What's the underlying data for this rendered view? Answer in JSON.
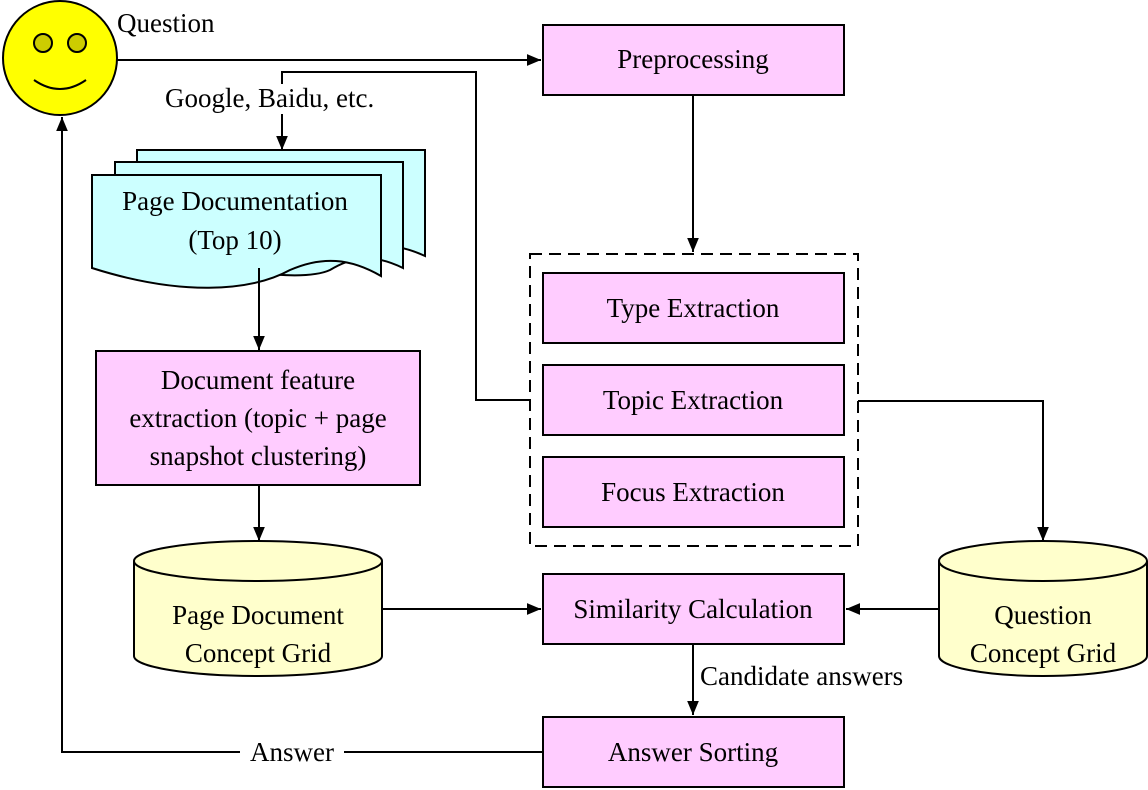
{
  "labels": {
    "question": "Question",
    "search_engines": "Google, Baidu, etc.",
    "candidate_answers": "Candidate answers",
    "answer": "Answer"
  },
  "boxes": {
    "preprocessing": "Preprocessing",
    "type_extraction": "Type Extraction",
    "topic_extraction": "Topic Extraction",
    "focus_extraction": "Focus Extraction",
    "doc_feature_line1": "Document feature",
    "doc_feature_line2": "extraction (topic + page",
    "doc_feature_line3": "snapshot clustering)",
    "similarity": "Similarity Calculation",
    "answer_sorting": "Answer Sorting"
  },
  "documents": {
    "line1": "Page Documentation",
    "line2": "(Top 10)"
  },
  "databases": {
    "page_line1": "Page Document",
    "page_line2": "Concept Grid",
    "question_line1": "Question",
    "question_line2": "Concept Grid"
  },
  "colors": {
    "process_fill": "#ffccff",
    "document_fill": "#ccffff",
    "database_fill": "#ffffcc",
    "smiley_fill": "#ffff00",
    "eye_fill": "#cccc00"
  },
  "icons": {
    "user": "smiley-face-icon"
  }
}
